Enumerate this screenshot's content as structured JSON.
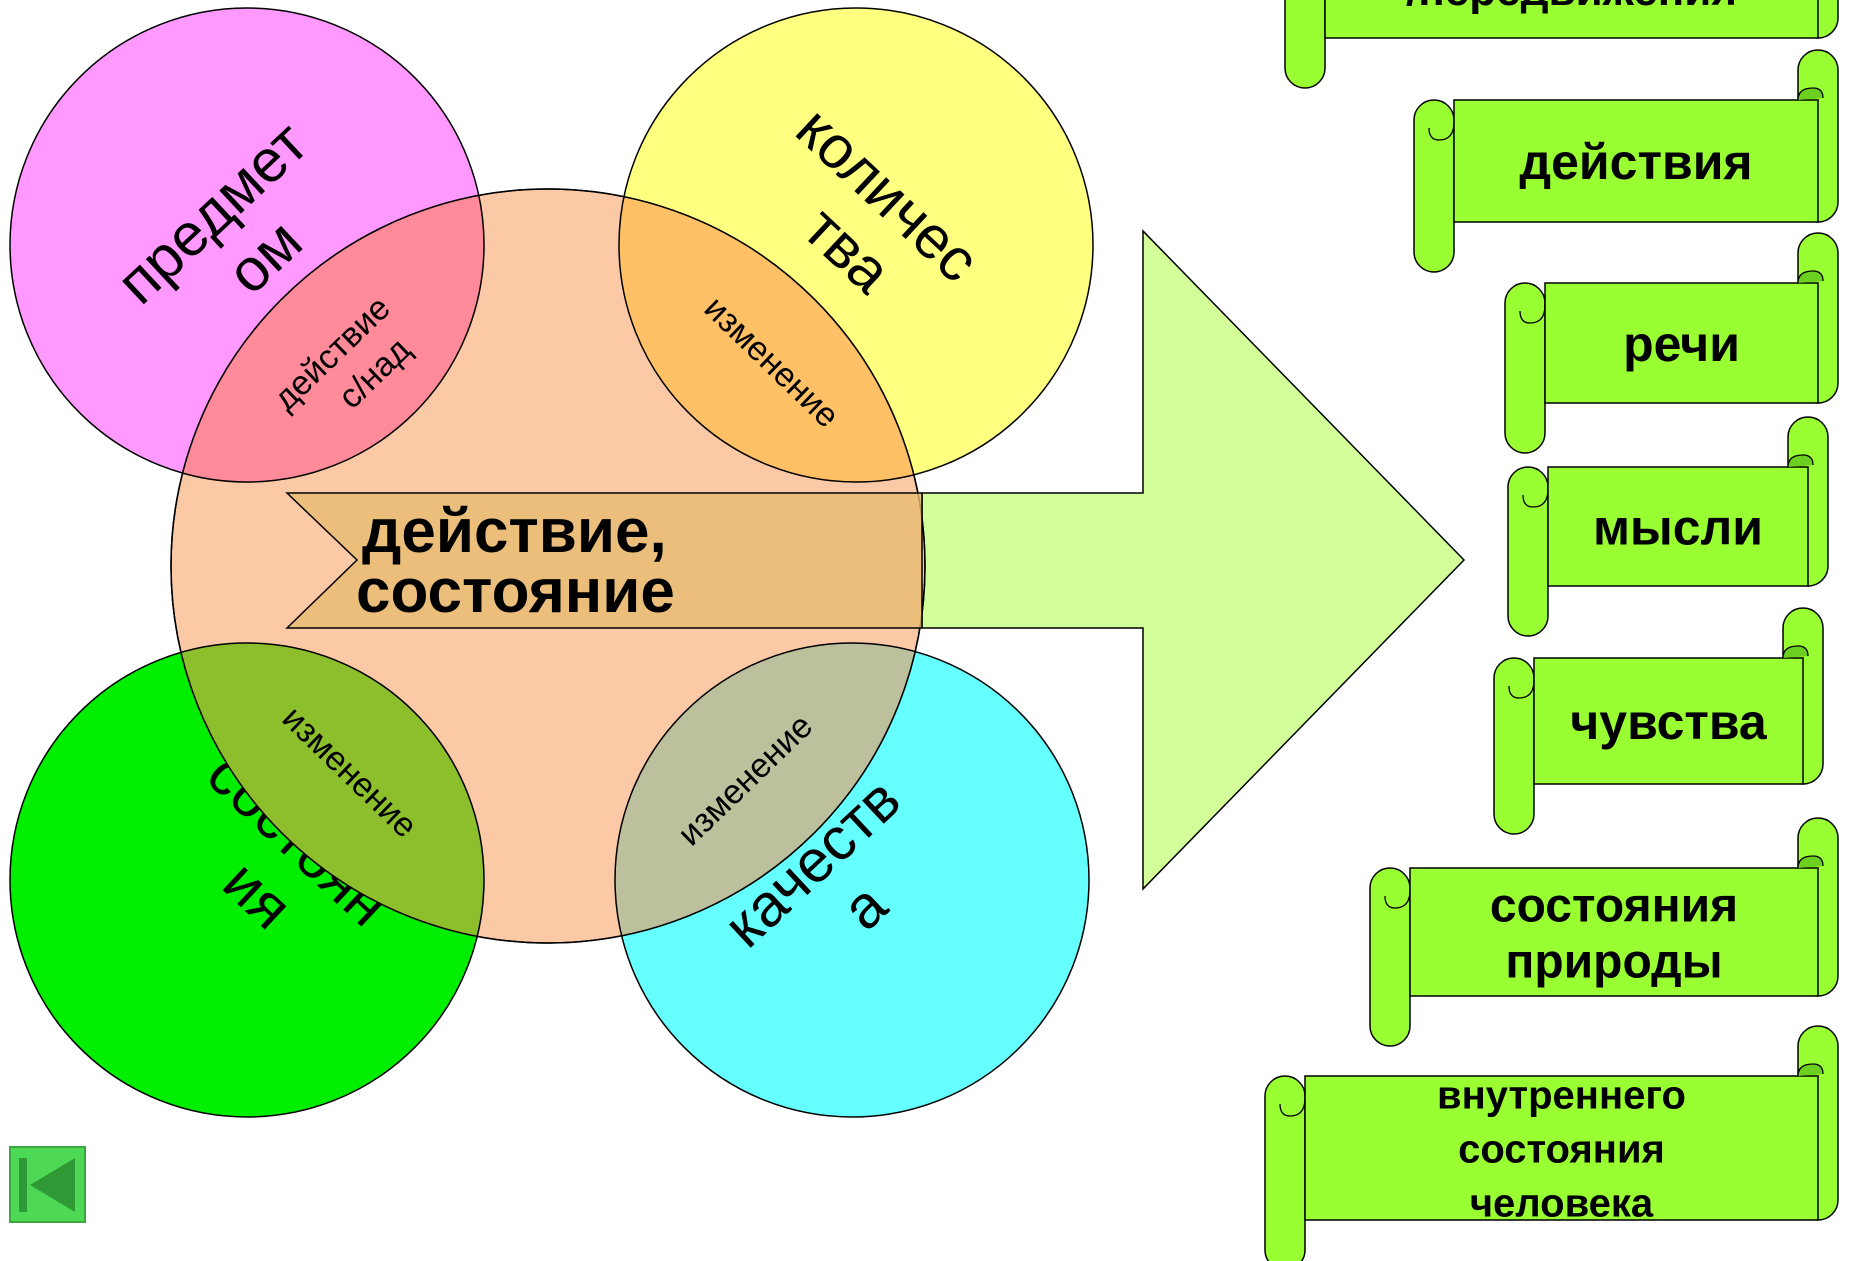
{
  "diagram": {
    "circles": {
      "top_left": {
        "label_lines": [
          "предмет",
          "ом"
        ],
        "color": "#FF99FF"
      },
      "top_right": {
        "label_lines": [
          "количес",
          "тва"
        ],
        "color": "#FFFF80"
      },
      "bottom_left": {
        "label_lines": [
          "состоян",
          "ия"
        ],
        "color": "#00EE00"
      },
      "bottom_right": {
        "label_lines": [
          "качеств",
          "а"
        ],
        "color": "#66FFFF"
      },
      "center": {
        "color": "#FBBF96"
      }
    },
    "overlaps": {
      "top_left": {
        "lines": [
          "действие",
          "с/над"
        ],
        "color": "#FF8A99"
      },
      "top_right": {
        "lines": [
          "изменение"
        ],
        "color": "#FFC066"
      },
      "bottom_left": {
        "lines": [
          "изменение"
        ],
        "color": "#8DBE2C"
      },
      "bottom_right": {
        "lines": [
          "изменение"
        ],
        "color": "#BCC09C"
      }
    },
    "center_banner": {
      "lines": [
        "действие,",
        "состояние"
      ],
      "color": "#E6BD70"
    },
    "arrow_color": "#D2FF99"
  },
  "scrolls": {
    "color": "#99FF33",
    "items": [
      {
        "lines": [
          "/передвижения"
        ]
      },
      {
        "lines": [
          "действия"
        ]
      },
      {
        "lines": [
          "речи"
        ]
      },
      {
        "lines": [
          "мысли"
        ]
      },
      {
        "lines": [
          "чувства"
        ]
      },
      {
        "lines": [
          "состояния",
          "природы"
        ]
      },
      {
        "lines": [
          "внутреннего",
          "состояния",
          "человека"
        ]
      }
    ]
  },
  "nav": {
    "icon": "first-slide-icon",
    "color": "#4DD955"
  }
}
